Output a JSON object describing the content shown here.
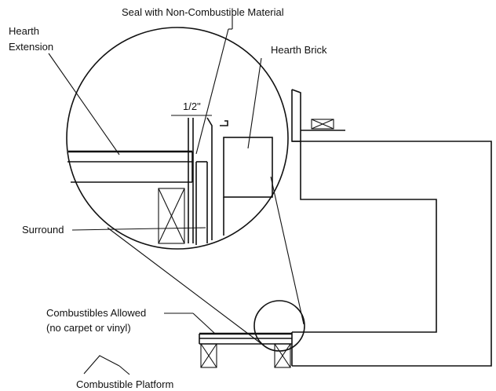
{
  "labels": {
    "seal": "Seal with Non-Combustible Material",
    "hearth_extension_line1": "Hearth",
    "hearth_extension_line2": "Extension",
    "hearth_brick": "Hearth Brick",
    "gap": "1/2\"",
    "surround": "Surround",
    "combustibles_line1": "Combustibles Allowed",
    "combustibles_line2": "(no carpet or vinyl)",
    "platform": "Combustible Platform"
  }
}
